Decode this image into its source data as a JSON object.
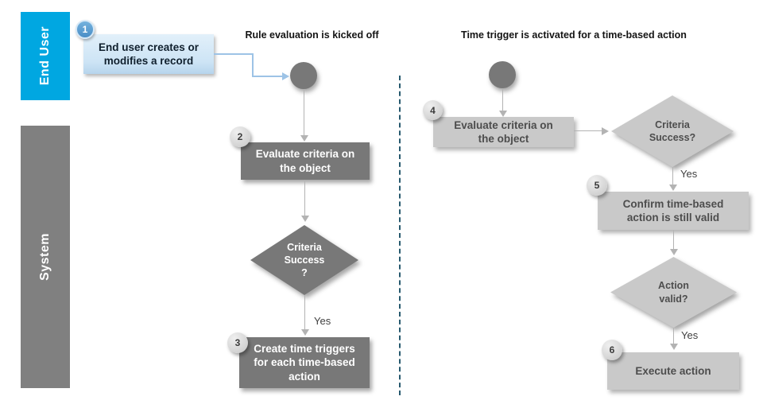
{
  "diagram": {
    "lanes": {
      "end_user": "End User",
      "system": "System"
    },
    "flow_left": {
      "title": "Rule evaluation is kicked off",
      "step1_badge": "1",
      "step1": "End user creates or\nmodifies a record",
      "step2_badge": "2",
      "step2": "Evaluate criteria on\nthe object",
      "decision": "Criteria\nSuccess\n?",
      "yes": "Yes",
      "step3_badge": "3",
      "step3": "Create time triggers\nfor each time-based\naction"
    },
    "flow_right": {
      "title": "Time trigger is activated for a time-based action",
      "step4_badge": "4",
      "step4": "Evaluate criteria on\nthe object",
      "decision1": "Criteria\nSuccess?",
      "yes1": "Yes",
      "step5_badge": "5",
      "step5": "Confirm time-based\naction is still valid",
      "decision2": "Action\nvalid?",
      "yes2": "Yes",
      "step6_badge": "6",
      "step6": "Execute action"
    },
    "colors": {
      "lane_end_user": "#00a7e1",
      "lane_system": "#808080",
      "dark_node": "#787878",
      "light_node": "#c9c9c9",
      "badge_blue": "#4f94cd",
      "connector_blue": "#9dc3e6",
      "arrow_gray": "#b3b3b3",
      "divider_teal": "#27596e",
      "step1_fill": "#cfe3f5"
    }
  }
}
